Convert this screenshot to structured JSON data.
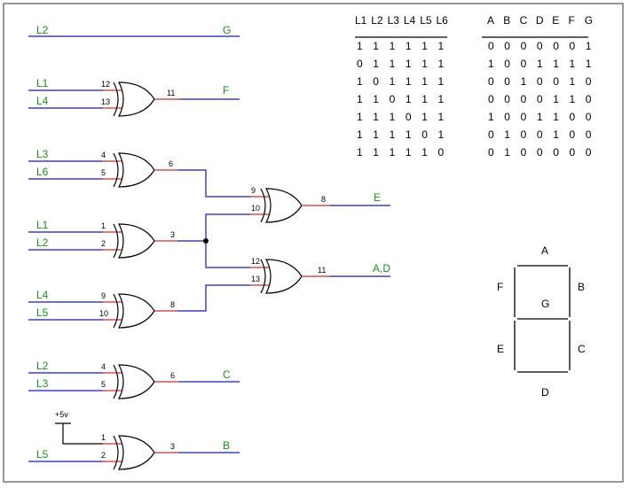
{
  "signal_labels": {
    "l2_top": "L2",
    "g": "G",
    "g1_in1": "L1",
    "g1_in2": "L4",
    "f": "F",
    "g2_in1": "L3",
    "g2_in2": "L6",
    "g3_in1": "L1",
    "g3_in2": "L2",
    "g4_in1": "L4",
    "g4_in2": "L5",
    "e": "E",
    "ad": "A,D",
    "g5_in1": "L2",
    "g5_in2": "L3",
    "c": "C",
    "vcc": "+5v",
    "g6_in2": "L5",
    "b": "B"
  },
  "pins": {
    "g1_a": "12",
    "g1_b": "13",
    "g1_y": "11",
    "g2_a": "4",
    "g2_b": "5",
    "g2_y": "6",
    "g3_a": "1",
    "g3_b": "2",
    "g3_y": "3",
    "g4_a": "9",
    "g4_b": "10",
    "g4_y": "8",
    "g7_a": "9",
    "g7_b": "10",
    "g7_y": "8",
    "g8_a": "12",
    "g8_b": "13",
    "g8_y": "11",
    "g5_a": "4",
    "g5_b": "5",
    "g5_y": "6",
    "g6_a": "1",
    "g6_b": "2",
    "g6_y": "3"
  },
  "truth_table": {
    "input_headers": [
      "L1",
      "L2",
      "L3",
      "L4",
      "L5",
      "L6"
    ],
    "output_headers": [
      "A",
      "B",
      "C",
      "D",
      "E",
      "F",
      "G"
    ],
    "rows": [
      {
        "inputs": [
          "1",
          "1",
          "1",
          "1",
          "1",
          "1"
        ],
        "outputs": [
          "0",
          "0",
          "0",
          "0",
          "0",
          "0",
          "1"
        ]
      },
      {
        "inputs": [
          "0",
          "1",
          "1",
          "1",
          "1",
          "1"
        ],
        "outputs": [
          "1",
          "0",
          "0",
          "1",
          "1",
          "1",
          "1"
        ]
      },
      {
        "inputs": [
          "1",
          "0",
          "1",
          "1",
          "1",
          "1"
        ],
        "outputs": [
          "0",
          "0",
          "1",
          "0",
          "0",
          "1",
          "0"
        ]
      },
      {
        "inputs": [
          "1",
          "1",
          "0",
          "1",
          "1",
          "1"
        ],
        "outputs": [
          "0",
          "0",
          "0",
          "0",
          "1",
          "1",
          "0"
        ]
      },
      {
        "inputs": [
          "1",
          "1",
          "1",
          "0",
          "1",
          "1"
        ],
        "outputs": [
          "1",
          "0",
          "0",
          "1",
          "1",
          "0",
          "0"
        ]
      },
      {
        "inputs": [
          "1",
          "1",
          "1",
          "1",
          "0",
          "1"
        ],
        "outputs": [
          "0",
          "1",
          "0",
          "0",
          "1",
          "0",
          "0"
        ]
      },
      {
        "inputs": [
          "1",
          "1",
          "1",
          "1",
          "1",
          "0"
        ],
        "outputs": [
          "0",
          "1",
          "0",
          "0",
          "0",
          "0",
          "0"
        ]
      }
    ]
  },
  "seven_segment": {
    "a": "A",
    "b": "B",
    "c": "C",
    "d": "D",
    "e": "E",
    "f": "F",
    "g": "G"
  },
  "colors": {
    "input_wire": "#1a1aa6",
    "gate_lead": "#c83232",
    "label": "#1e8c1e"
  }
}
